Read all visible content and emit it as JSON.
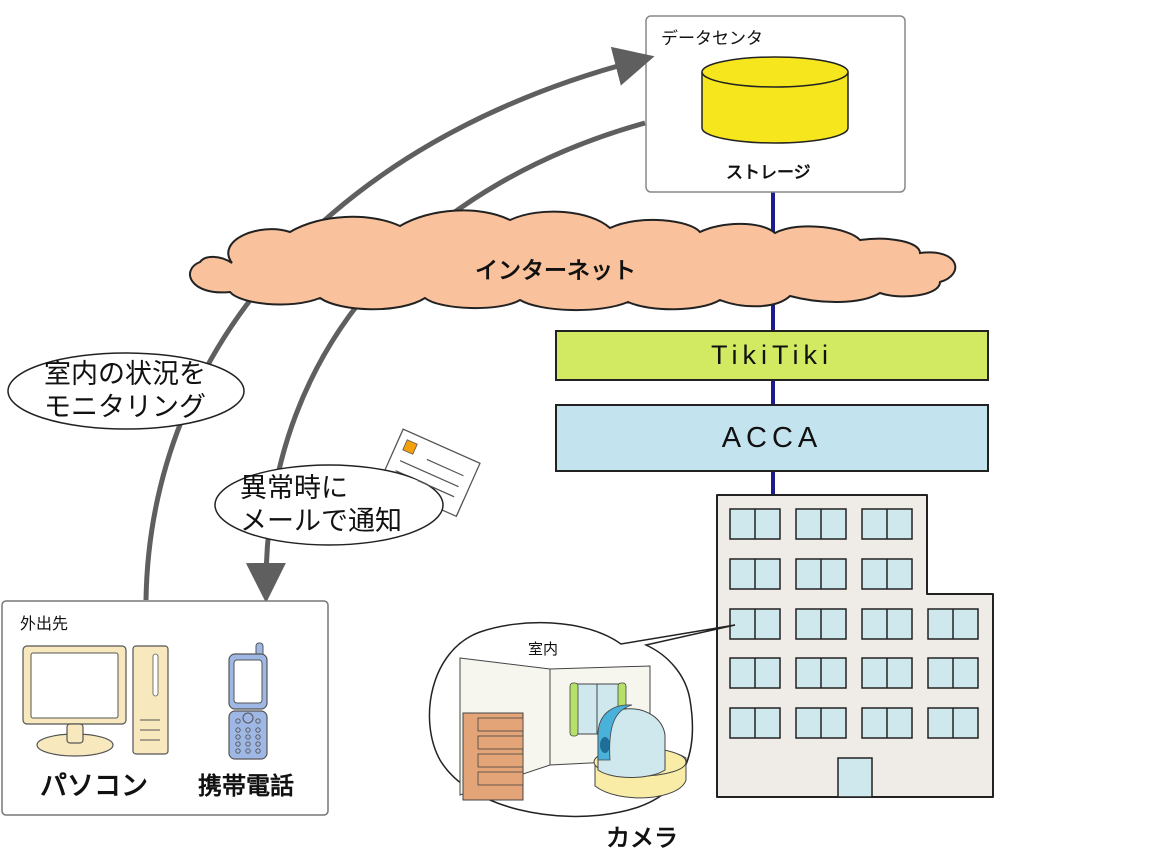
{
  "datacenter": {
    "label": "データセンタ",
    "storage_label": "ストレージ",
    "storage_color": "#f5e61e"
  },
  "internet": {
    "label": "インターネット",
    "color": "#f9c29c"
  },
  "layers": [
    {
      "label": "TikiTiki",
      "color": "#d2ea62"
    },
    {
      "label": "ACCA",
      "color": "#c3e3ee"
    }
  ],
  "callouts": {
    "monitoring": [
      "室内の状況を",
      "モニタリング"
    ],
    "notification": [
      "異常時に",
      "メールで通知"
    ]
  },
  "remote": {
    "label": "外出先",
    "devices": [
      {
        "label": "パソコン",
        "icon": "pc-icon"
      },
      {
        "label": "携帯電話",
        "icon": "mobile-phone-icon"
      }
    ]
  },
  "room": {
    "label": "室内",
    "camera_label": "カメラ"
  },
  "colors": {
    "link_line": "#1c1c8c",
    "arrow": "#5f5f5f",
    "building": "#efebe7",
    "window": "#cfe8ee"
  }
}
